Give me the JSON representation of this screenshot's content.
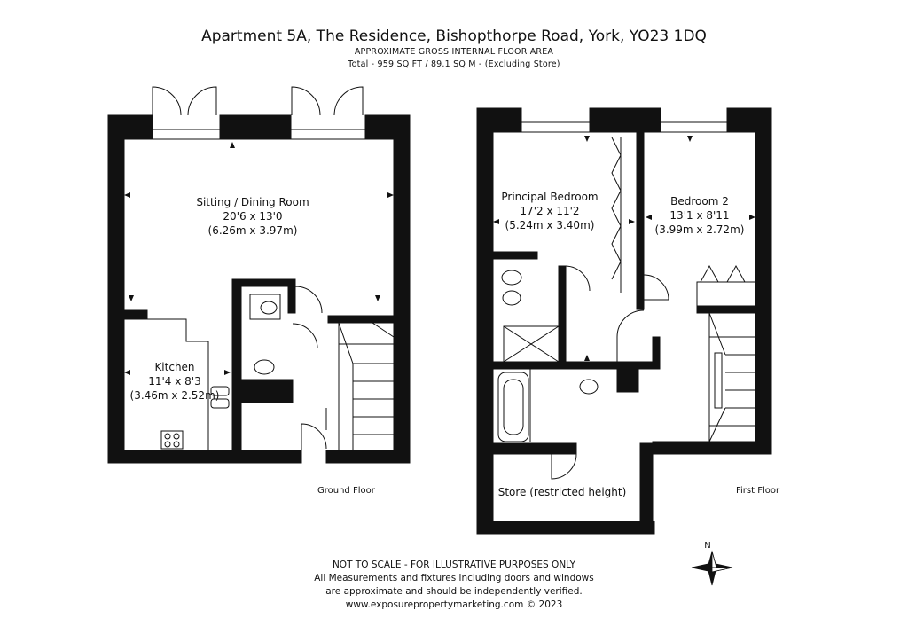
{
  "header": {
    "title": "Apartment 5A, The Residence, Bishopthorpe Road, York, YO23 1DQ",
    "area_heading": "APPROXIMATE GROSS INTERNAL FLOOR AREA",
    "area_total": "Total - 959 SQ FT / 89.1 SQ M - (Excluding Store)"
  },
  "ground_floor": {
    "label": "Ground Floor",
    "sitting_room": {
      "name": "Sitting / Dining Room",
      "imperial": "20'6 x 13'0",
      "metric": "(6.26m x 3.97m)"
    },
    "kitchen": {
      "name": "Kitchen",
      "imperial": "11'4 x 8'3",
      "metric": "(3.46m x 2.52m)"
    }
  },
  "first_floor": {
    "label": "First Floor",
    "principal_bedroom": {
      "name": "Principal Bedroom",
      "imperial": "17'2 x 11'2",
      "metric": "(5.24m x 3.40m)"
    },
    "bedroom_2": {
      "name": "Bedroom 2",
      "imperial": "13'1 x 8'11",
      "metric": "(3.99m x 2.72m)"
    },
    "store": {
      "name": "Store (restricted height)"
    }
  },
  "compass": {
    "north": "N"
  },
  "footer": {
    "scale_note": "NOT TO SCALE - FOR ILLUSTRATIVE PURPOSES ONLY",
    "disclaimer_1": "All Measurements and fixtures including doors and windows",
    "disclaimer_2": "are approximate and should be independently verified.",
    "credit": "www.exposurepropertymarketing.com © 2023"
  }
}
